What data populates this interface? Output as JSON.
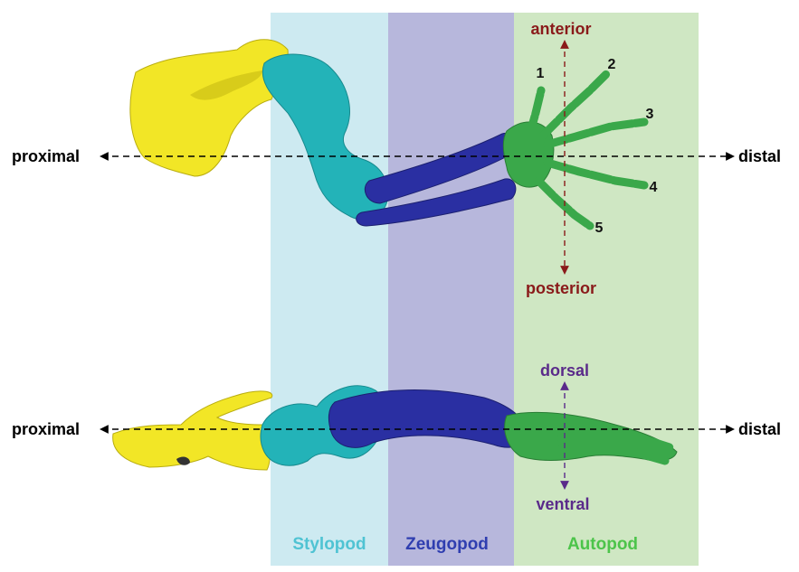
{
  "regions": [
    {
      "key": "stylopod",
      "label": "Stylopod",
      "band_color": "#cdeaf1",
      "label_color": "#4fc3d3"
    },
    {
      "key": "zeugopod",
      "label": "Zeugopod",
      "band_color": "#b7b7dc",
      "label_color": "#2f3eb0"
    },
    {
      "key": "autopod",
      "label": "Autopod",
      "band_color": "#cfe7c3",
      "label_color": "#4cc44a"
    }
  ],
  "axes": {
    "proximal": "proximal",
    "distal": "distal",
    "anterior": "anterior",
    "posterior": "posterior",
    "dorsal": "dorsal",
    "ventral": "ventral"
  },
  "digits": [
    "1",
    "2",
    "3",
    "4",
    "5"
  ],
  "colors": {
    "girdle": "#f2e626",
    "stylopod_bone": "#23b3b8",
    "zeugopod_bone": "#2a2fa2",
    "autopod_bone": "#3aa84a",
    "ap_axis": "#8a1a1a",
    "dv_axis": "#5a2a8a",
    "pd_axis": "#000000"
  }
}
